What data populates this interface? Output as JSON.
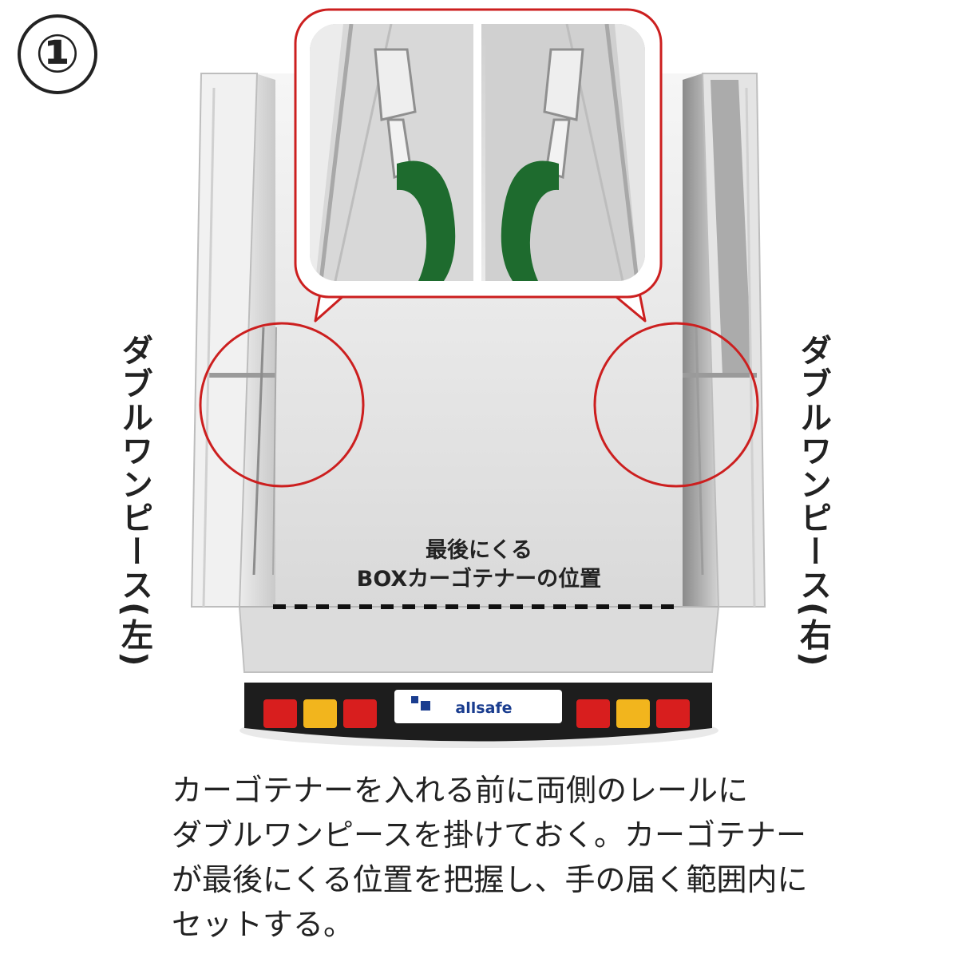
{
  "step_number": "①",
  "labels": {
    "left": "ダブルワンピース(左)",
    "right": "ダブルワンピース(右)",
    "position_line1": "最後にくる",
    "position_line2": "BOXカーゴテナーの位置",
    "brand": "allsafe"
  },
  "description_lines": [
    "カーゴテナーを入れる前に両側のレールに",
    "ダブルワンピースを掛けておく。カーゴテナー",
    "が最後にくる位置を把握し、手の届く範囲内に",
    "セットする。"
  ],
  "colors": {
    "highlight_circle": "#cc1f1f",
    "strap": "#1e6b2e",
    "tail_red": "#d81e1e",
    "tail_amber": "#f2b51d",
    "logo_blue": "#1a3d8f"
  }
}
